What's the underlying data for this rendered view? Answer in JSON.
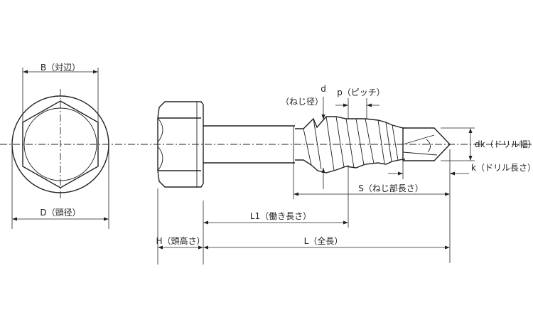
{
  "labels": {
    "b": "B（対辺）",
    "d_head": "D（頭径）",
    "d": "d",
    "d_sub": "（ねじ径）",
    "p": "p（ピッチ）",
    "dk": "dk（ドリル幅）",
    "k": "k（ドリル長さ）",
    "s": "S（ねじ部長さ）",
    "l1": "L1（働き長さ）",
    "h": "H（頭高さ）",
    "l": "L（全長）"
  }
}
